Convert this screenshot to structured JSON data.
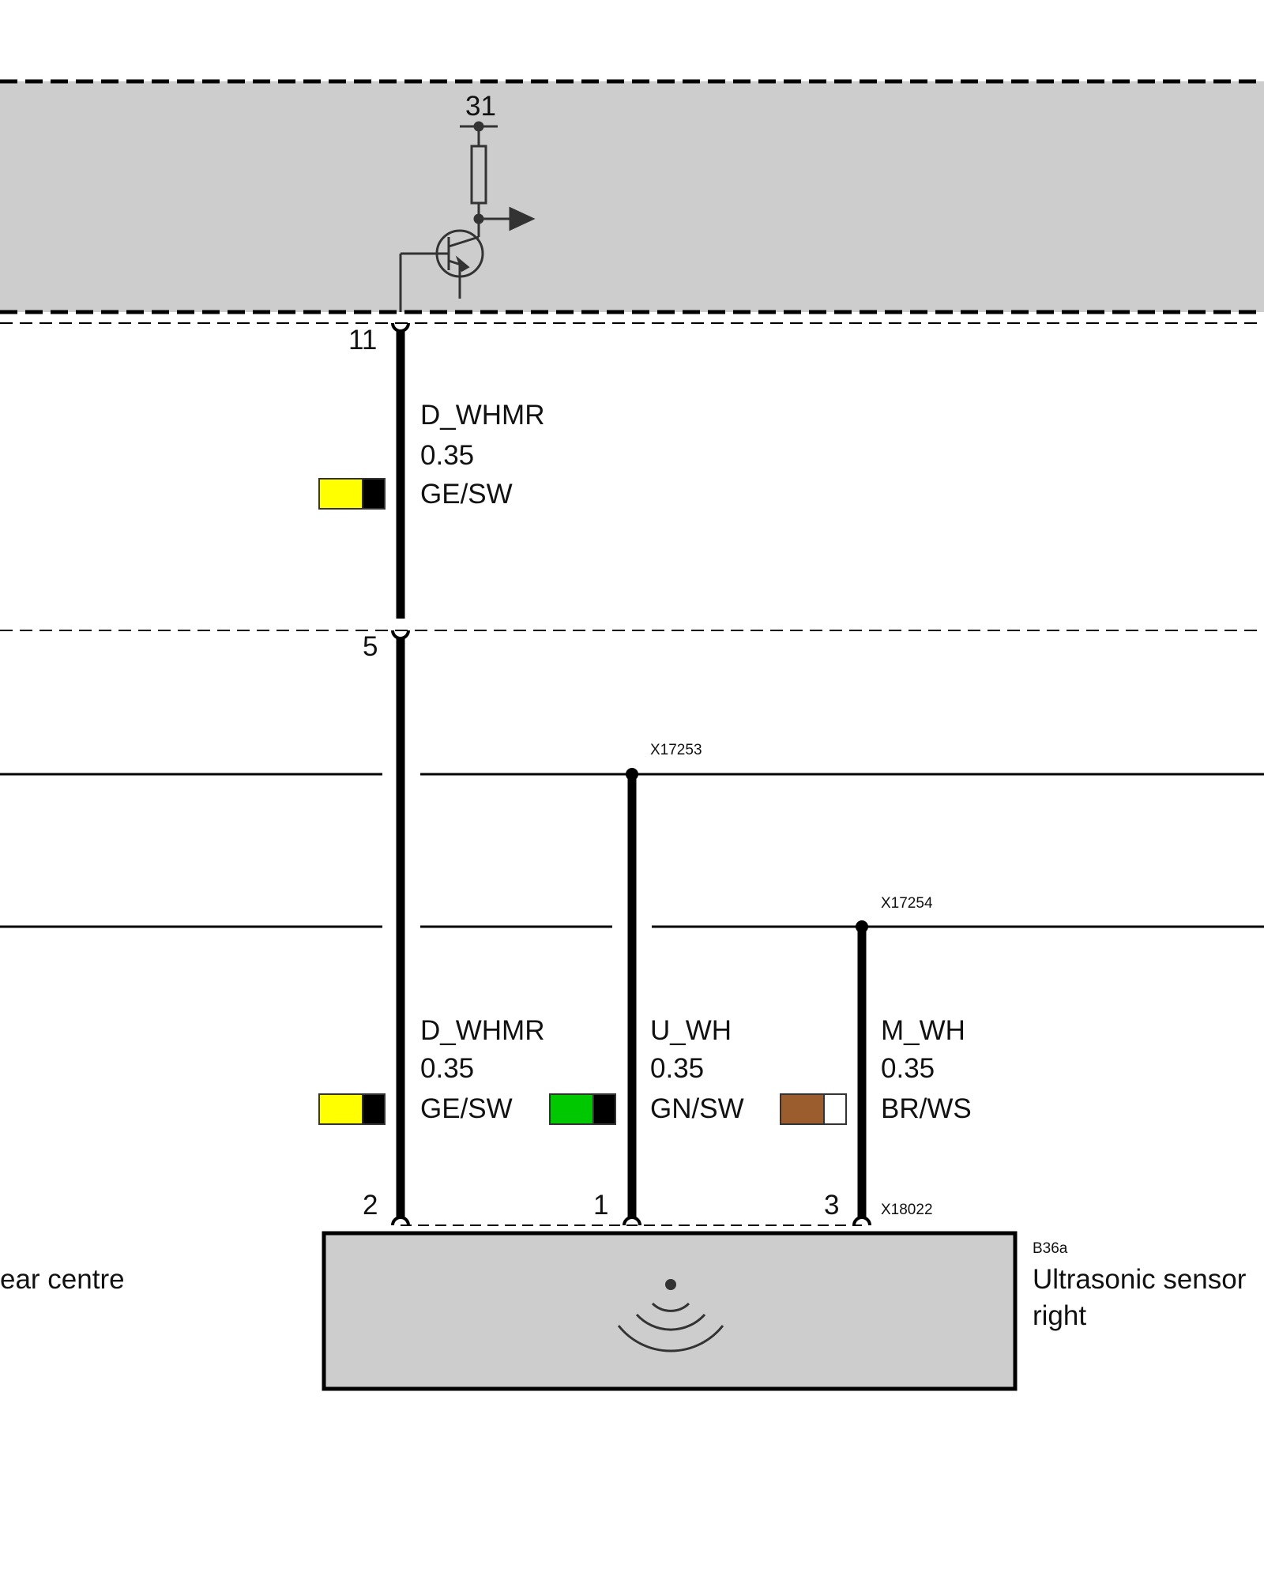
{
  "colors": {
    "module_fill": "#cdcdcd",
    "wire": "#000000",
    "yellow": "#ffff00",
    "green": "#00c800",
    "brown": "#9b5c2e",
    "black": "#000000",
    "white": "#ffffff"
  },
  "control_unit": {
    "ground_terminal": "31"
  },
  "top_wire": {
    "pin_top": "11",
    "pin_bottom": "5",
    "signal": "D_WHMR",
    "cross_section": "0.35",
    "color_code": "GE/SW",
    "color_swatch": [
      "yellow",
      "black"
    ]
  },
  "splices": {
    "upper": "X17253",
    "lower": "X17254"
  },
  "connector": {
    "id": "X18022"
  },
  "wires": [
    {
      "pin": "2",
      "signal": "D_WHMR",
      "cross_section": "0.35",
      "color_code": "GE/SW",
      "color_swatch": [
        "yellow",
        "black"
      ]
    },
    {
      "pin": "1",
      "signal": "U_WH",
      "cross_section": "0.35",
      "color_code": "GN/SW",
      "color_swatch": [
        "green",
        "black"
      ]
    },
    {
      "pin": "3",
      "signal": "M_WH",
      "cross_section": "0.35",
      "color_code": "BR/WS",
      "color_swatch": [
        "brown",
        "white"
      ]
    }
  ],
  "sensor": {
    "id": "B36a",
    "name_line1": "Ultrasonic sensor",
    "name_line2": "right",
    "icon": "ultrasonic-waves-icon"
  },
  "left_cut_label": "ear centre"
}
